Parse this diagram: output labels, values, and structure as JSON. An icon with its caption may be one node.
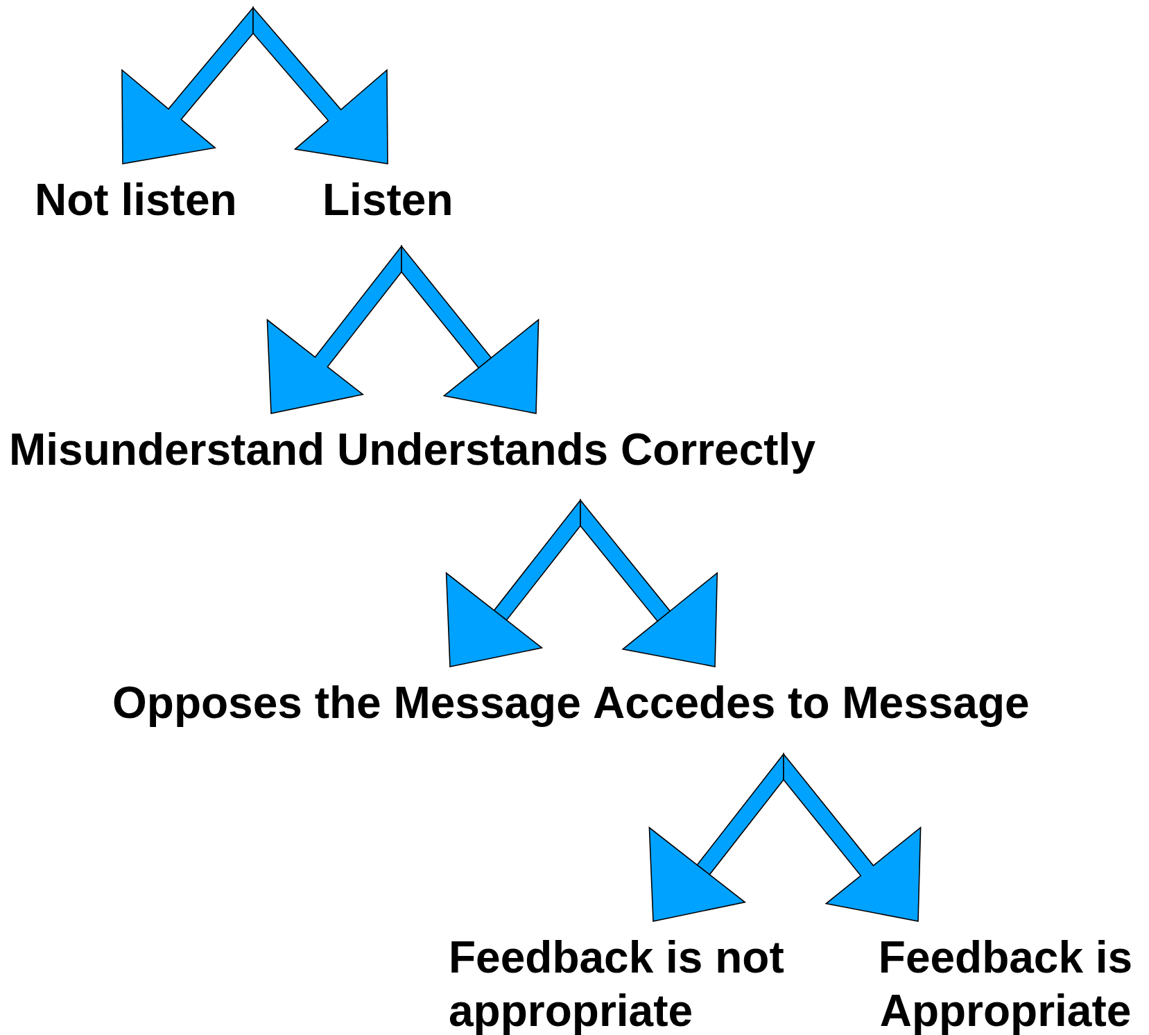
{
  "diagram": {
    "nodes": [
      {
        "text": [
          "Not listen"
        ]
      },
      {
        "text": [
          "Listen"
        ]
      },
      {
        "text": [
          "Misunderstand"
        ]
      },
      {
        "text": [
          "Understands Correctly"
        ]
      },
      {
        "text": [
          "Opposes the Message"
        ]
      },
      {
        "text": [
          "Accedes to Message"
        ]
      },
      {
        "text": [
          "Feedback is not appropriate"
        ]
      },
      {
        "text": [
          "Feedback is Appropriate"
        ]
      }
    ],
    "edges": [
      {
        "from": null,
        "to": 0,
        "arrow": "to"
      },
      {
        "from": null,
        "to": 1,
        "arrow": "to"
      },
      {
        "from": 1,
        "to": 2,
        "arrow": "to"
      },
      {
        "from": 1,
        "to": 3,
        "arrow": "to"
      },
      {
        "from": 3,
        "to": 4,
        "arrow": "to"
      },
      {
        "from": 3,
        "to": 5,
        "arrow": "to"
      },
      {
        "from": 5,
        "to": 6,
        "arrow": "to"
      },
      {
        "from": 5,
        "to": 7,
        "arrow": "to"
      }
    ]
  }
}
